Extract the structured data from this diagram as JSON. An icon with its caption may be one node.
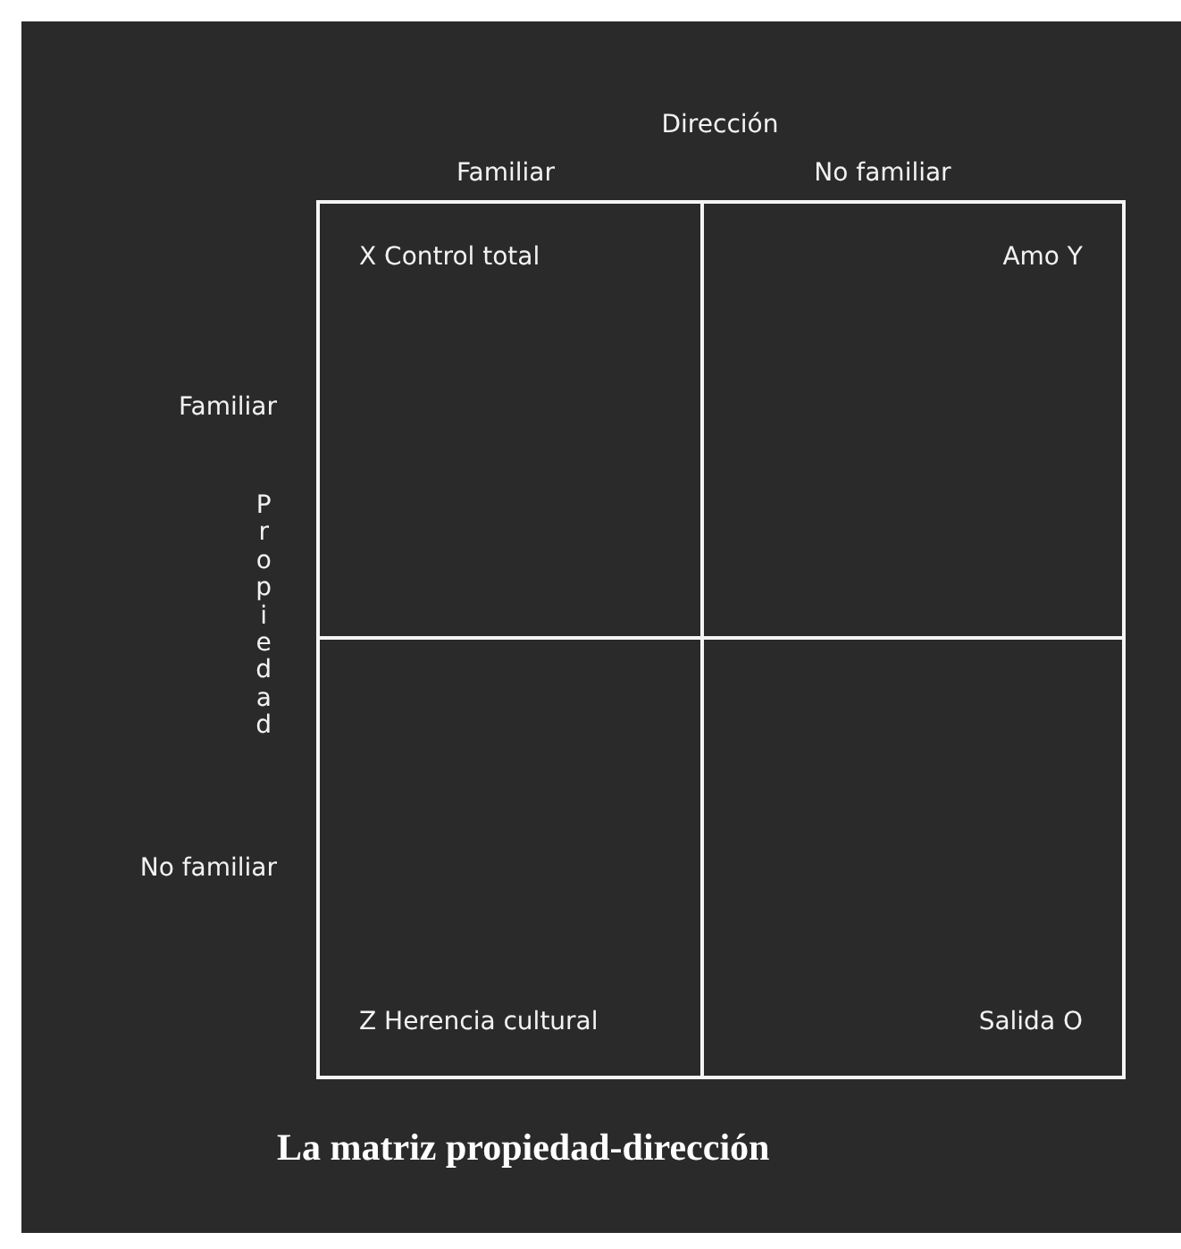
{
  "diagram": {
    "caption": "La matriz propiedad-dirección",
    "nodes": [
      {
        "text": [
          "X Control total"
        ]
      },
      {
        "text": [
          "Amo Y"
        ]
      },
      {
        "text": [
          "Z Herencia cultural"
        ]
      },
      {
        "text": [
          "Salida O"
        ]
      }
    ],
    "labels": [
      "Dirección",
      "Familiar",
      "No familiar",
      "Familiar",
      "Propiedad",
      "No familiar"
    ]
  }
}
